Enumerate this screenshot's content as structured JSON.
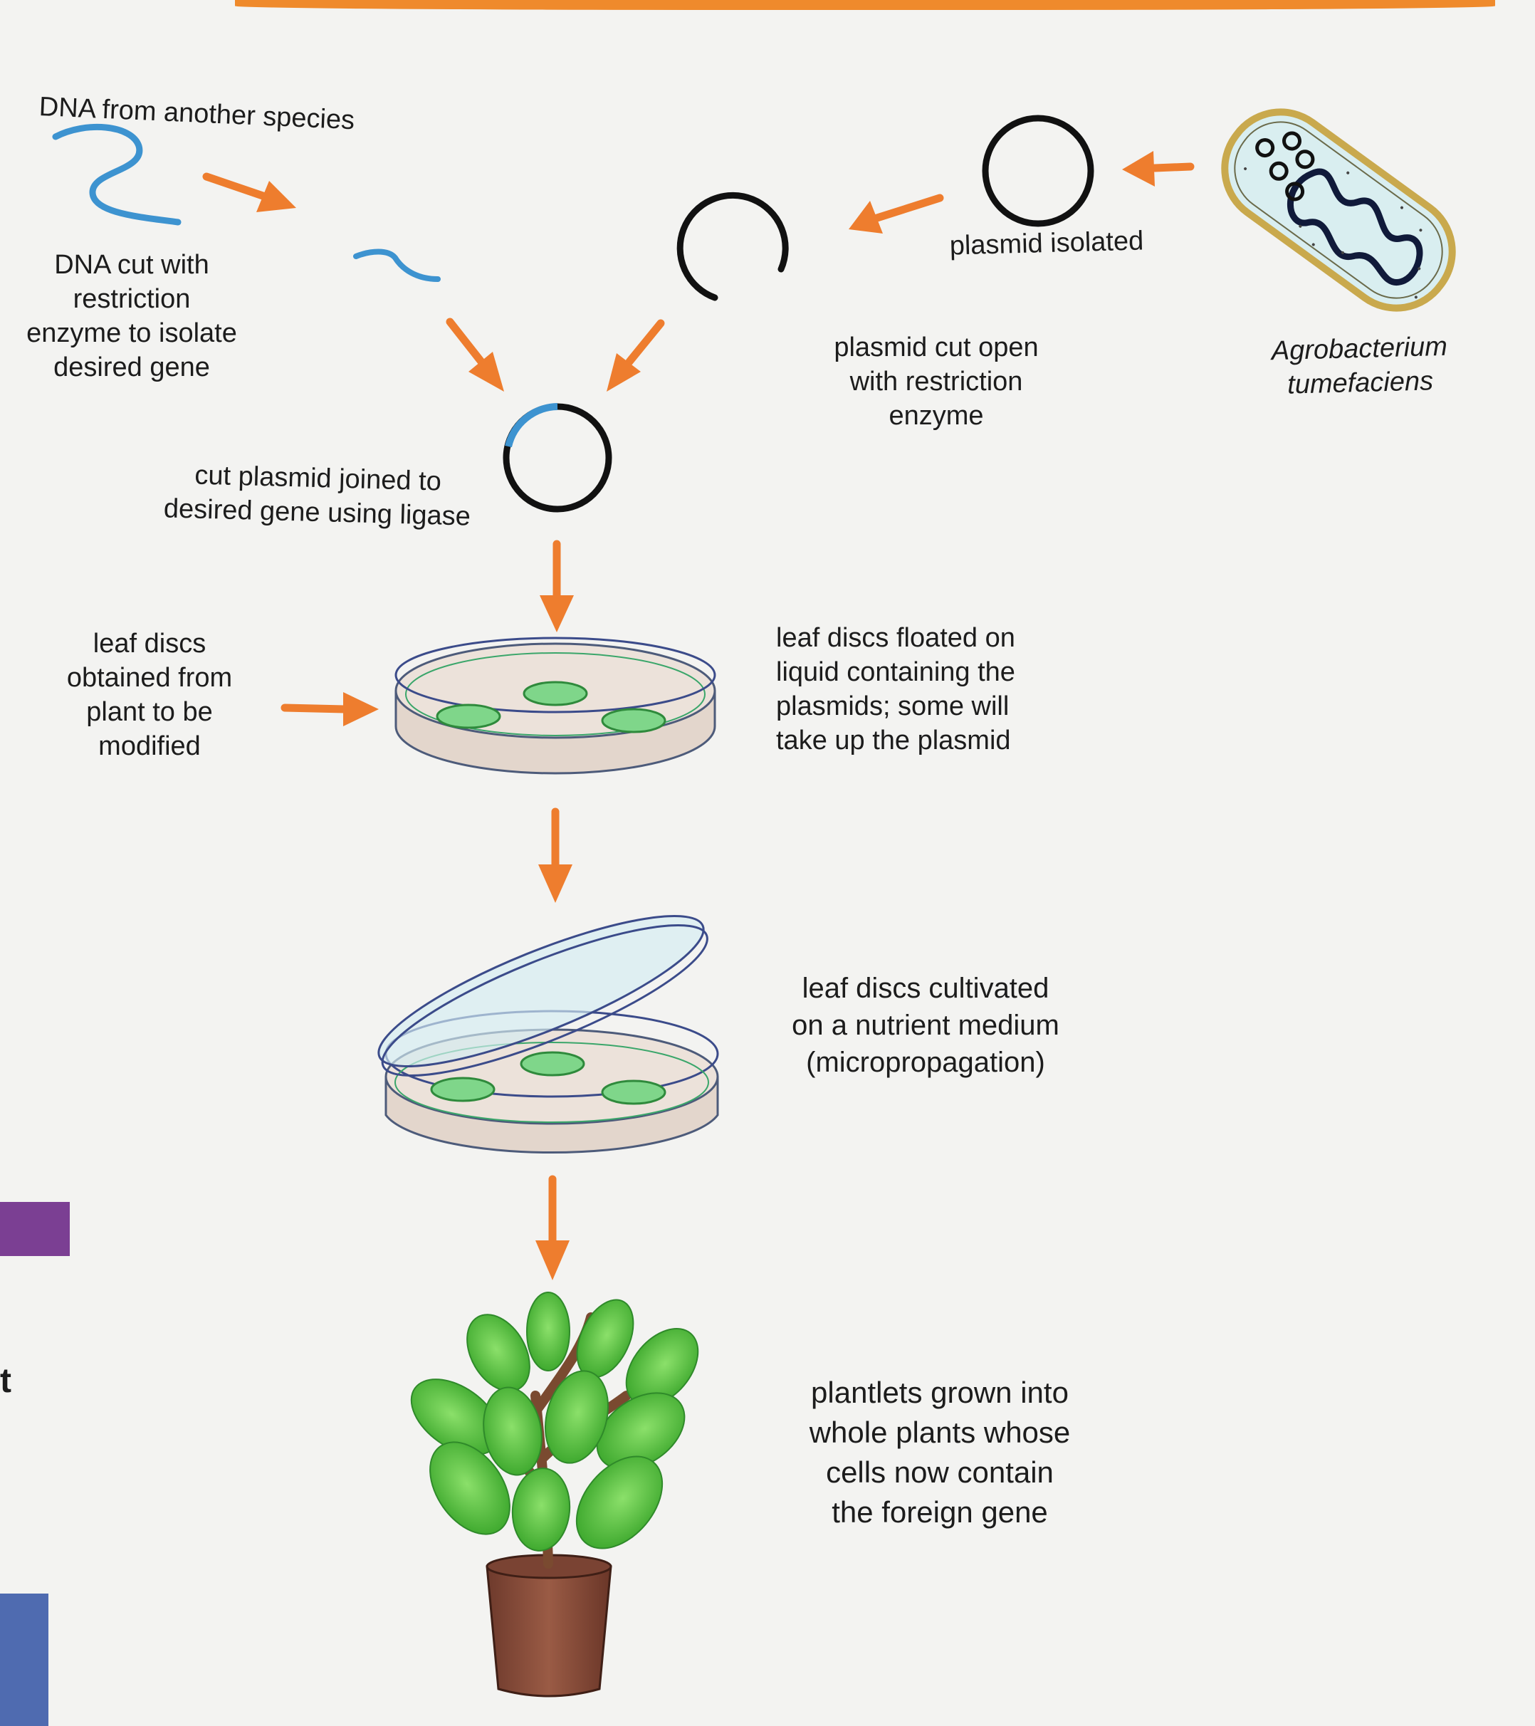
{
  "labels": {
    "dna_other_species": "DNA from another species",
    "dna_cut": "DNA cut with\nrestriction\nenzyme to isolate\ndesired gene",
    "plasmid_isolated": "plasmid isolated",
    "agrobacterium": "Agrobacterium\ntumefaciens",
    "plasmid_cut_open": "plasmid cut open\nwith restriction\nenzyme",
    "cut_plasmid_joined": "cut plasmid joined to\ndesired gene using ligase",
    "leaf_discs_obtained": "leaf discs\nobtained from\nplant to be\nmodified",
    "leaf_discs_floated": "leaf discs floated on\nliquid containing the\nplasmids; some will\ntake up the plasmid",
    "leaf_discs_cultivated": "leaf discs cultivated\non a nutrient medium\n(micropropagation)",
    "plantlets_grown": "plantlets grown into\nwhole plants whose\ncells now contain\nthe foreign gene",
    "edge_fragment": "t"
  },
  "colors": {
    "arrow": "#ee7d2e",
    "dna": "#3d93d0",
    "plasmid": "#111111",
    "leaf_disc": "#7fd68a",
    "dish_base": "#e3d6cc",
    "dish_lid": "#d4ecf3",
    "plant_leaf": "#5dc83a",
    "pot": "#8a4d3c",
    "top_band": "#ef8a2c",
    "side_tab_purple": "#7b3f93",
    "side_tab_blue": "#4f6bb0"
  },
  "icons": {
    "arrow": "orange-arrow-icon",
    "dna": "dna-strand-icon",
    "plasmid": "plasmid-ring-icon",
    "bacterium": "bacterium-icon",
    "dish": "petri-dish-icon",
    "plant": "potted-plant-icon"
  }
}
